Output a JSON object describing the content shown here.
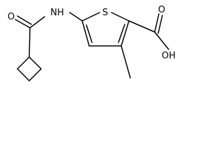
{
  "molecule": {
    "atoms": {
      "O_amide": "O",
      "NH": "NH",
      "S": "S",
      "O_carbonyl": "O",
      "OH": "OH"
    }
  }
}
